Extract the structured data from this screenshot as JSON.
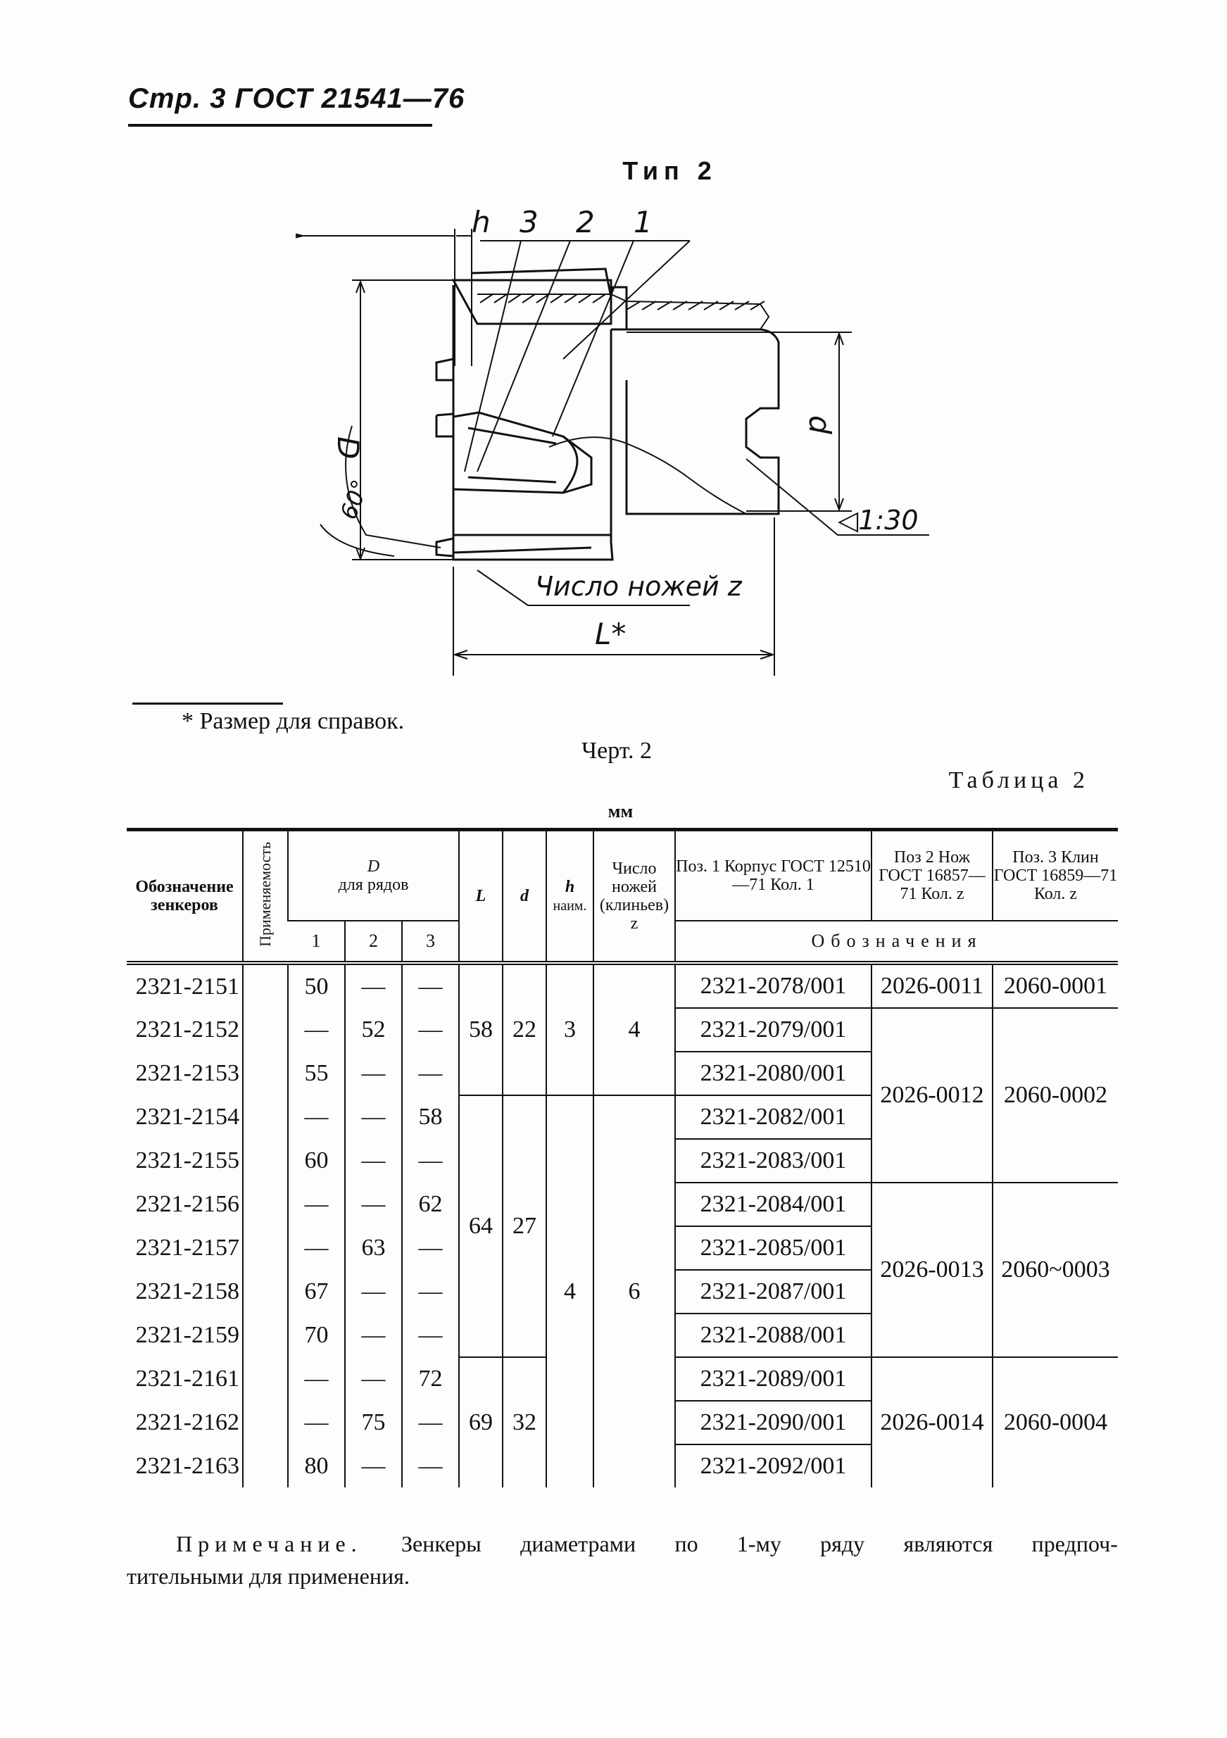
{
  "header": {
    "text": "Стр. 3 ГОСТ 21541—76"
  },
  "figure": {
    "type_title": "Тип 2",
    "labels": {
      "h": "h",
      "p3": "3",
      "p2": "2",
      "p1": "1",
      "D": "D",
      "d": "d",
      "angle": "60°",
      "taper": "◁1:30",
      "knives": "Число ножей z",
      "L": "L*"
    },
    "footnote": "* Размер для справок.",
    "caption": "Черт. 2"
  },
  "table": {
    "caption": "Таблица 2",
    "unit": "мм",
    "headers": {
      "designation": "Обозначение зенкеров",
      "applicability": "Применяемость",
      "D": "D",
      "D_rows": "для рядов",
      "row1": "1",
      "row2": "2",
      "row3": "3",
      "L": "L",
      "d": "d",
      "h": "h",
      "h_note": "наим.",
      "knives": "Число ножей (клиньев) z",
      "pos1": "Поз. 1 Корпус ГОСТ 12510—71 Кол. 1",
      "pos2": "Поз 2 Нож ГОСТ 16857—71 Кол. z",
      "pos3": "Поз. 3 Клин ГОСТ 16859—71 Кол. z",
      "designations": "Обозначения"
    },
    "rows": [
      {
        "code": "2321-2151",
        "r1": "50",
        "r2": "—",
        "r3": "—",
        "pos1": "2321-2078/001"
      },
      {
        "code": "2321-2152",
        "r1": "—",
        "r2": "52",
        "r3": "—",
        "pos1": "2321-2079/001"
      },
      {
        "code": "2321-2153",
        "r1": "55",
        "r2": "—",
        "r3": "—",
        "pos1": "2321-2080/001"
      },
      {
        "code": "2321-2154",
        "r1": "—",
        "r2": "—",
        "r3": "58",
        "pos1": "2321-2082/001"
      },
      {
        "code": "2321-2155",
        "r1": "60",
        "r2": "—",
        "r3": "—",
        "pos1": "2321-2083/001"
      },
      {
        "code": "2321-2156",
        "r1": "—",
        "r2": "—",
        "r3": "62",
        "pos1": "2321-2084/001"
      },
      {
        "code": "2321-2157",
        "r1": "—",
        "r2": "63",
        "r3": "—",
        "pos1": "2321-2085/001"
      },
      {
        "code": "2321-2158",
        "r1": "67",
        "r2": "—",
        "r3": "—",
        "pos1": "2321-2087/001"
      },
      {
        "code": "2321-2159",
        "r1": "70",
        "r2": "—",
        "r3": "—",
        "pos1": "2321-2088/001"
      },
      {
        "code": "2321-2161",
        "r1": "—",
        "r2": "—",
        "r3": "72",
        "pos1": "2321-2089/001"
      },
      {
        "code": "2321-2162",
        "r1": "—",
        "r2": "75",
        "r3": "—",
        "pos1": "2321-2090/001"
      },
      {
        "code": "2321-2163",
        "r1": "80",
        "r2": "—",
        "r3": "—",
        "pos1": "2321-2092/001"
      }
    ],
    "groups": {
      "L": [
        "58",
        "64",
        "69"
      ],
      "d": [
        "22",
        "27",
        "32"
      ],
      "h": [
        "3",
        "4"
      ],
      "z": [
        "4",
        "6"
      ],
      "pos2": [
        "2026-0011",
        "2026-0012",
        "2026-0013",
        "2026-0014"
      ],
      "pos3": [
        "2060-0001",
        "2060-0002",
        "2060~0003",
        "2060-0004"
      ]
    }
  },
  "note": {
    "label": "Примечание.",
    "words": [
      "Зенкеры",
      "диаметрами",
      "по",
      "1-му",
      "ряду",
      "являются",
      "предпоч-"
    ],
    "line2": "тительными для применения."
  }
}
